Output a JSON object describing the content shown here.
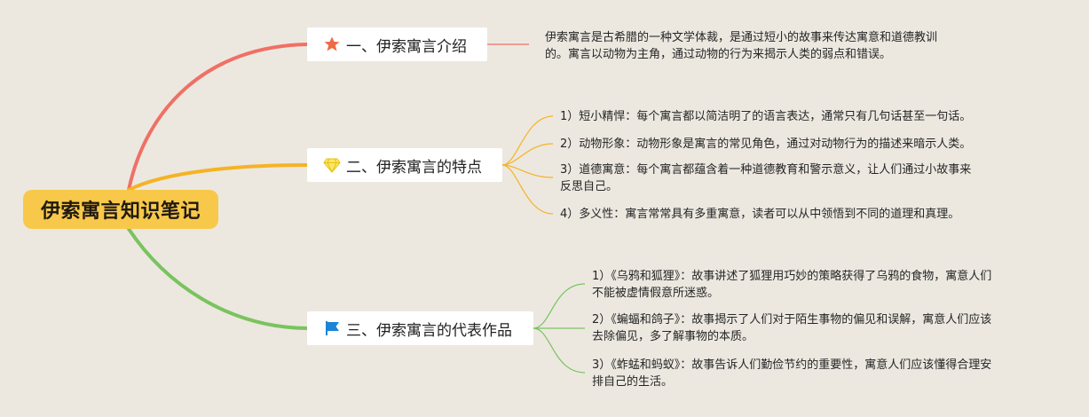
{
  "root": {
    "title": "伊索寓言知识笔记"
  },
  "branches": [
    {
      "icon": "star-icon",
      "label": "一、伊索寓言介绍",
      "color": "#f07065",
      "leaves": [
        {
          "text": "伊索寓言是古希腊的一种文学体裁，是通过短小的故事来传达寓意和道德教训\n的。寓言以动物为主角，通过动物的行为来揭示人类的弱点和错误。"
        }
      ]
    },
    {
      "icon": "gem-icon",
      "label": "二、伊索寓言的特点",
      "color": "#f5b324",
      "leaves": [
        {
          "text": "1）短小精悍：每个寓言都以简洁明了的语言表达，通常只有几句话甚至一句话。"
        },
        {
          "text": "2）动物形象：动物形象是寓言的常见角色，通过对动物行为的描述来暗示人类。"
        },
        {
          "text": "3）道德寓意：每个寓言都蕴含着一种道德教育和警示意义，让人们通过小故事来\n反思自己。"
        },
        {
          "text": "4）多义性：寓言常常具有多重寓意，读者可以从中领悟到不同的道理和真理。"
        }
      ]
    },
    {
      "icon": "flag-icon",
      "label": "三、伊索寓言的代表作品",
      "color": "#7ac35f",
      "leaves": [
        {
          "text": "1）《乌鸦和狐狸》：故事讲述了狐狸用巧妙的策略获得了乌鸦的食物，寓意人们\n不能被虚情假意所迷惑。"
        },
        {
          "text": "2）《蝙蝠和鸽子》：故事揭示了人们对于陌生事物的偏见和误解，寓意人们应该\n去除偏见，多了解事物的本质。"
        },
        {
          "text": "3）《蚱蜢和蚂蚁》：故事告诉人们勤俭节约的重要性，寓意人们应该懂得合理安\n排自己的生活。"
        }
      ]
    }
  ]
}
